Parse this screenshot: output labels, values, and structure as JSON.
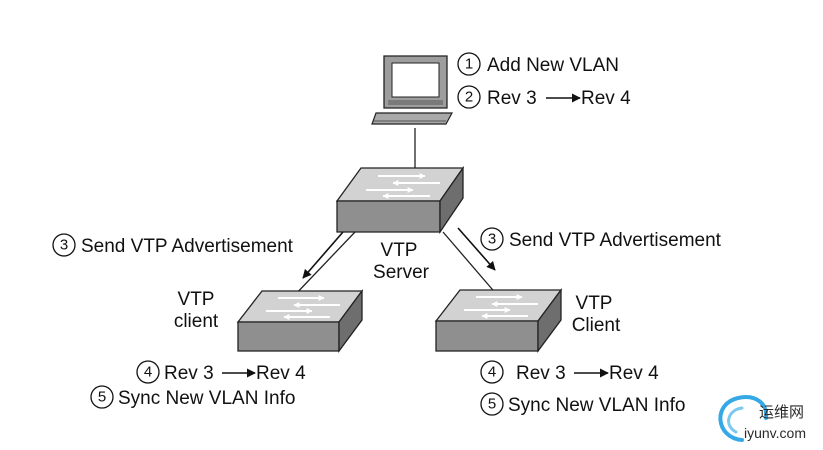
{
  "diagram": {
    "pc": {
      "steps": [
        {
          "num": "1",
          "text": "Add New VLAN"
        },
        {
          "num": "2",
          "text_from": "Rev 3",
          "text_to": "Rev 4"
        }
      ]
    },
    "server": {
      "line1": "VTP",
      "line2": "Server"
    },
    "advert_left": {
      "num": "3",
      "text": "Send VTP Advertisement"
    },
    "advert_right": {
      "num": "3",
      "text": "Send VTP Advertisement"
    },
    "client_left": {
      "line1": "VTP",
      "line2": "client",
      "step4": {
        "num": "4",
        "text_from": "Rev 3",
        "text_to": "Rev 4"
      },
      "step5": {
        "num": "5",
        "text": "Sync New VLAN Info"
      }
    },
    "client_right": {
      "line1": "VTP",
      "line2": "Client",
      "step4": {
        "num": "4",
        "text_from": "Rev 3",
        "text_to": "Rev 4"
      },
      "step5": {
        "num": "5",
        "text": "Sync New VLAN Info"
      }
    },
    "watermark": {
      "cn": "运维网",
      "en": "iyunv.com"
    }
  }
}
